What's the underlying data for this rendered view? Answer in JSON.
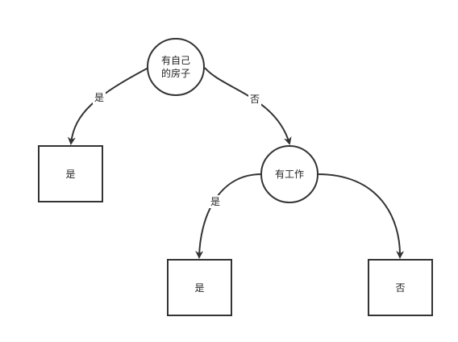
{
  "diagram": {
    "root": {
      "line1": "有自己",
      "line2": "的房子"
    },
    "leaf_left": {
      "label": "是"
    },
    "middle": {
      "label": "有工作"
    },
    "leaf_mid": {
      "label": "是"
    },
    "leaf_right": {
      "label": "否"
    },
    "edges": {
      "root_to_left": "是",
      "root_to_middle": "否",
      "middle_to_leaf_mid": "是"
    }
  }
}
